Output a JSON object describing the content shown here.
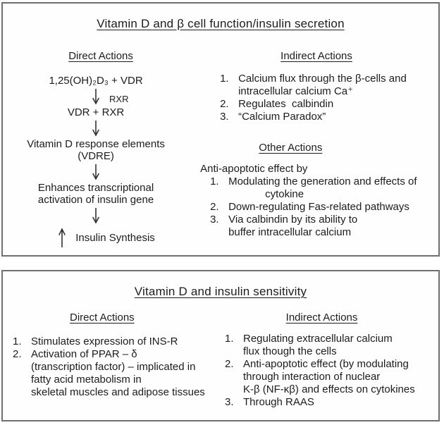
{
  "colors": {
    "border": "#6f6f6f",
    "text": "#1c1c1c",
    "background": "#ffffff",
    "arrow": "#333333"
  },
  "icons": {
    "down_arrow": "↓",
    "up_arrow": "↑"
  },
  "panel1": {
    "title": "Vitamin D and β cell function/insulin secretion",
    "direct": {
      "heading": "Direct Actions",
      "flow": {
        "step1": "1,25(OH)₂D₃ + VDR",
        "rxr_label": "RXR",
        "step2": "VDR + RXR",
        "step3_line1": "Vitamin D response elements",
        "step3_line2": "(VDRE)",
        "step4_line1": "Enhances transcriptional",
        "step4_line2": "activation of insulin gene",
        "result": "Insulin Synthesis"
      }
    },
    "indirect": {
      "heading": "Indirect Actions",
      "items": [
        {
          "num": "1.",
          "line1": "Calcium flux through the β-cells and",
          "line2": "intracellular calcium Ca⁺"
        },
        {
          "num": "2.",
          "line1": "Regulates  calbindin"
        },
        {
          "num": "3.",
          "line1": "“Calcium Paradox”"
        }
      ]
    },
    "other": {
      "heading": "Other Actions",
      "intro": "Anti-apoptotic effect by",
      "items": [
        {
          "num": "1.",
          "line1": "Modulating the generation and effects of",
          "line2": "cytokine"
        },
        {
          "num": "2.",
          "line1": "Down-regulating Fas-related pathways"
        },
        {
          "num": "3.",
          "line1": "Via calbindin by its ability to",
          "line2": "buffer intracellular calcium"
        }
      ]
    }
  },
  "panel2": {
    "title": "Vitamin D and insulin sensitivity",
    "direct": {
      "heading": "Direct Actions",
      "items": [
        {
          "num": "1.",
          "lines": [
            "Stimulates expression of INS-R"
          ]
        },
        {
          "num": "2.",
          "lines": [
            "Activation of PPAR – δ",
            "(transcription factor) – implicated in",
            "fatty acid metabolism in",
            "skeletal muscles and adipose tissues"
          ]
        }
      ]
    },
    "indirect": {
      "heading": "Indirect Actions",
      "items": [
        {
          "num": "1.",
          "lines": [
            "Regulating extracellular calcium",
            "flux though the cells"
          ]
        },
        {
          "num": "2.",
          "lines": [
            "Anti-apoptotic effect (by modulating",
            "through interaction of nuclear",
            "K-β (NF-κβ) and effects on cytokines"
          ]
        },
        {
          "num": "3.",
          "lines": [
            "Through RAAS"
          ]
        }
      ]
    }
  }
}
